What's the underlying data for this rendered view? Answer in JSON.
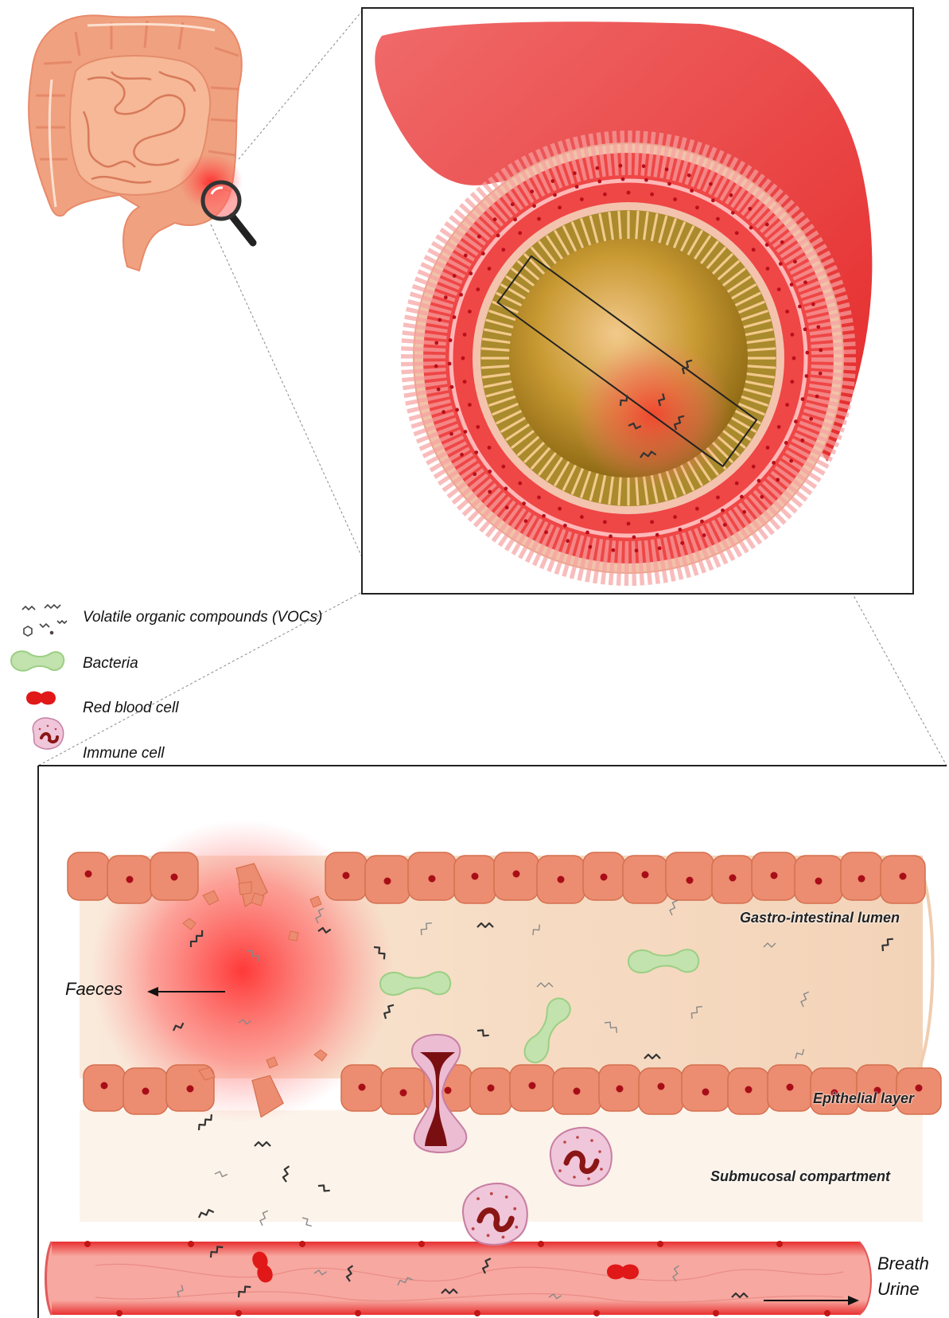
{
  "legend": {
    "vocs": "Volatile organic compounds (VOCs)",
    "bacteria": "Bacteria",
    "red_blood_cell": "Red blood cell",
    "immune_cell": "Immune cell"
  },
  "labels": {
    "lumen": "Gastro-intestinal lumen",
    "epithelial": "Epithelial layer",
    "submucosal": "Submucosal compartment",
    "faeces": "Faeces",
    "breath": "Breath",
    "urine": "Urine"
  },
  "colors": {
    "tissue_red": "#ec3a3a",
    "epithelium": "#e9876a",
    "lumen_beige": "#f6dcc4",
    "villi": "#a9872a",
    "bacteria_green": "#b9dea6",
    "blood_cell": "#e01818",
    "immune_pink": "#e9b7cf"
  },
  "icons": [
    "intestine-icon",
    "magnifier-icon"
  ]
}
